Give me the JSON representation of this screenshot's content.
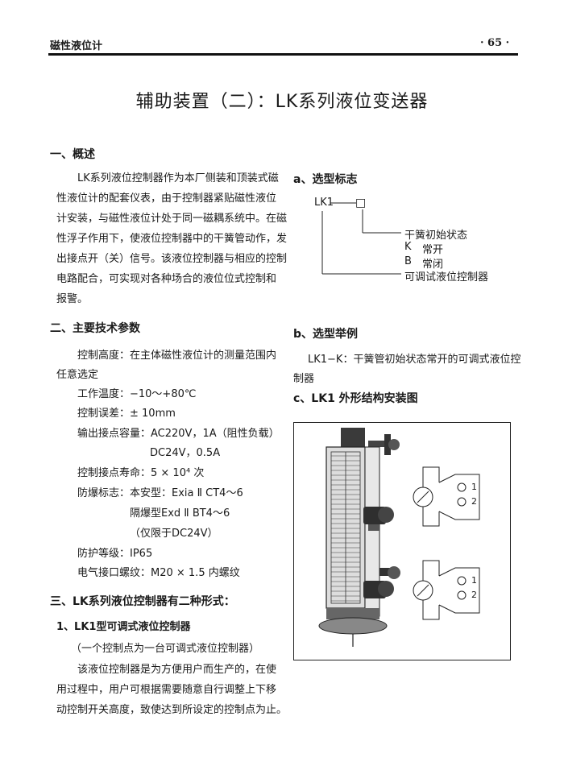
{
  "header": {
    "left": "磁性液位计",
    "right": "· 65 ·"
  },
  "title": "辅助装置（二）：LK系列液位变送器",
  "sections": {
    "overview": {
      "heading": "一、概述",
      "lines": [
        "LK系列液位控制器作为本厂侧装和顶装式磁",
        "性液位计的配套仪表，由于控制器紧贴磁性液位",
        "计安装，与磁性液位计处于同一磁耦系统中。在磁",
        "性浮子作用下，使液位控制器中的干簧管动作，发",
        "出接点开（关）信号。该液位控制器与相应的控制",
        "电路配合，可实现对各种场合的液位位式控制和",
        "报警。"
      ]
    },
    "specs": {
      "heading": "二、主要技术参数",
      "range_line1": "控制高度：在主体磁性液位计的测量范围内",
      "range_line2": "任意选定",
      "temp": "工作温度：−10～+80℃",
      "error": "控制误差：± 10mm",
      "output1": "输出接点容量：AC220V，1A（阻性负载）",
      "output2": "DC24V，0.5A",
      "life": "控制接点寿命：5 × 10⁴ 次",
      "ex1": "防爆标志：本安型：Exia Ⅱ CT4～6",
      "ex2": "隔爆型Exd Ⅱ BT4～6",
      "ex3": "（仅限于DC24V）",
      "ip": "防护等级：IP65",
      "thread": "电气接口螺纹：M20 × 1.5 内螺纹"
    },
    "forms": {
      "heading": "三、LK系列液位控制器有二种形式：",
      "sub1": "1、LK1型可调式液位控制器",
      "sub1_note": "（一个控制点为一台可调式液位控制器）",
      "desc": [
        "该液位控制器是为方便用户而生产的，在使",
        "用过程中，用户可根据需要随意自行调整上下移",
        "动控制开关高度，致使达到所设定的控制点为止。"
      ]
    },
    "selection": {
      "heading": "a、选型标志",
      "code": "LK1",
      "box": "□",
      "reed_state": "干簧初始状态",
      "k": "K",
      "k_text": "常开",
      "b": "B",
      "b_text": "常闭",
      "adjustable": "可调试液位控制器"
    },
    "example": {
      "heading": "b、选型举例",
      "line1": "LK1−K：干簧管初始状态常开的可调式液位控",
      "line2": "制器"
    },
    "install": {
      "heading": "c、LK1 外形结构安装图",
      "terminal1": "1",
      "terminal2": "2",
      "terminal3": "1",
      "terminal4": "2"
    }
  }
}
